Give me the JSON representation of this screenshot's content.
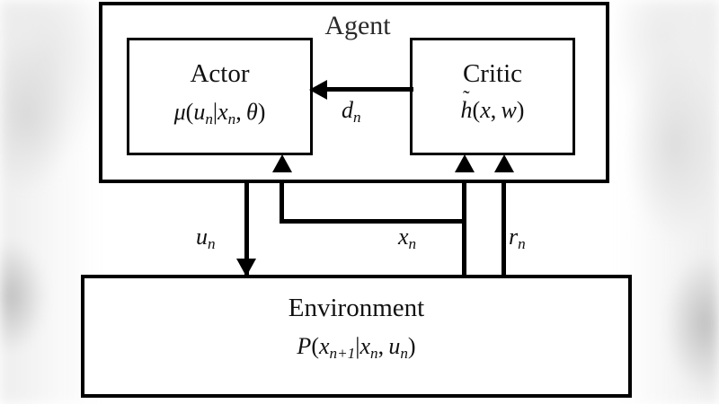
{
  "diagram": {
    "type": "actor-critic reinforcement learning block diagram",
    "agent": {
      "title": "Agent"
    },
    "actor": {
      "title": "Actor",
      "formula_prefix": "μ(",
      "formula": "μ(uₙ|xₙ, θ)",
      "mu": "μ",
      "open_paren": "(",
      "u_var": "u",
      "u_sub": "n",
      "bar": "|",
      "x_var": "x",
      "x_sub": "n",
      "comma": ",",
      "theta": "θ",
      "close_paren": ")"
    },
    "critic": {
      "title": "Critic",
      "formula": "h̃(x, w)",
      "tilde": "˜",
      "h_var": "h",
      "open_paren": "(",
      "x_var": "x",
      "comma": ",",
      "w_var": "w",
      "close_paren": ")"
    },
    "environment": {
      "title": "Environment",
      "formula": "P(xₙ₊₁|xₙ, uₙ)",
      "p_var": "P",
      "open_paren": "(",
      "x_var": "x",
      "x_sub": "n+1",
      "bar": "|",
      "x2_var": "x",
      "x2_sub": "n",
      "comma": ",",
      "u_var": "u",
      "u_sub": "n",
      "close_paren": ")"
    },
    "edges": [
      {
        "id": "d-n",
        "label": "d",
        "sub": "n",
        "from": "Critic",
        "to": "Actor",
        "direction": "left"
      },
      {
        "id": "u-n",
        "label": "u",
        "sub": "n",
        "from": "Actor",
        "to": "Environment",
        "direction": "down"
      },
      {
        "id": "x-n-actor",
        "label": "x",
        "sub": "n",
        "from": "Environment",
        "to": "Actor",
        "direction": "up"
      },
      {
        "id": "x-n-critic",
        "label": "x",
        "sub": "n",
        "from": "Environment",
        "to": "Critic",
        "direction": "up"
      },
      {
        "id": "r-n",
        "label": "r",
        "sub": "n",
        "from": "Environment",
        "to": "Critic",
        "direction": "up"
      }
    ],
    "colors": {
      "stroke": "#000000",
      "fill": "#ffffff",
      "text": "#111111"
    }
  }
}
